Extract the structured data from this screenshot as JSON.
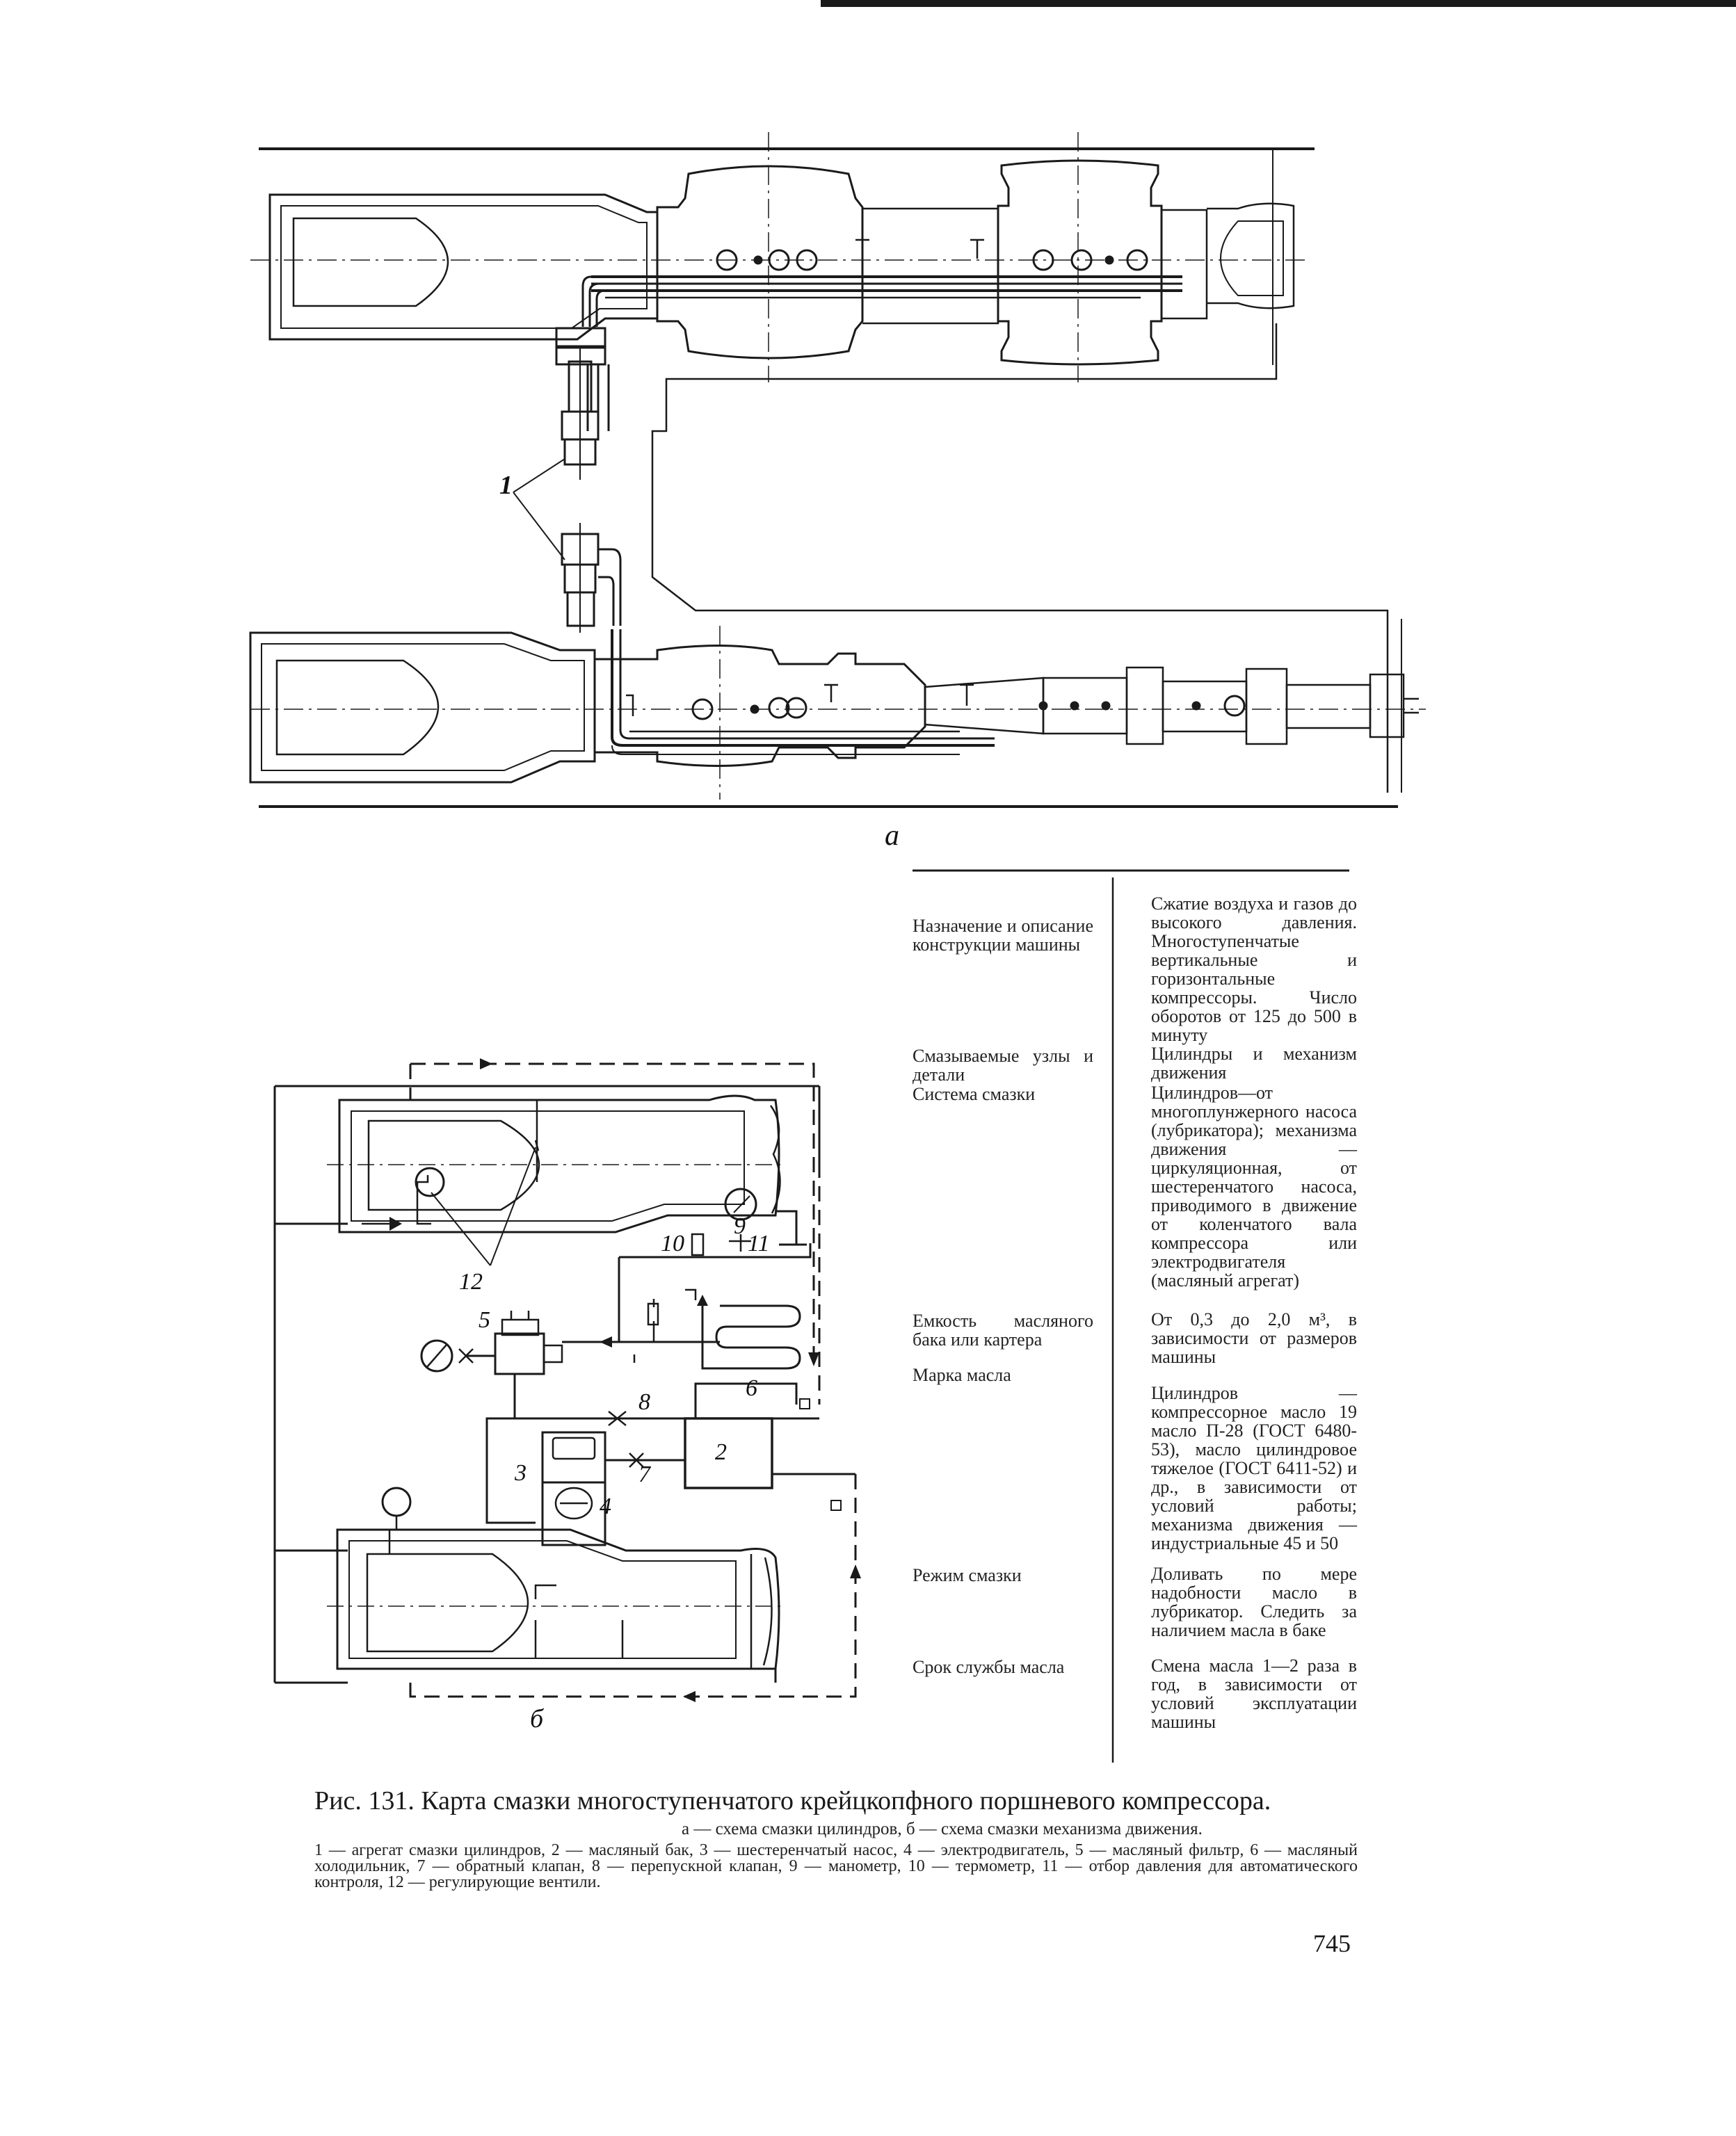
{
  "figure": {
    "label_a": "а",
    "label_b": "б",
    "callouts_a": [
      "1"
    ],
    "callouts_b": [
      "2",
      "3",
      "4",
      "5",
      "6",
      "7",
      "8",
      "9",
      "10",
      "11",
      "12"
    ]
  },
  "table": {
    "rows": [
      {
        "label": "Назначение и описание конструкции машины",
        "value": "Сжатие воздуха и газов до высокого давления. Многоступенчатые вертикальные и горизонтальные компрессоры. Число оборотов от 125 до 500 в минуту"
      },
      {
        "label": "Смазываемые узлы и детали",
        "value": "Цилиндры и механизм движения"
      },
      {
        "label": "Система смазки",
        "value": "Цилиндров—от многоплунжерного насоса (лубрикатора); механизма движения — циркуляционная, от шестеренчатого насоса, приводимого в движение от коленчатого вала компрессора или электродвигателя (масляный агрегат)"
      },
      {
        "label": "Емкость масляного бака или картера",
        "value": "От 0,3 до 2,0 м³, в зависимости от размеров машины"
      },
      {
        "label": "Марка масла",
        "value": "Цилиндров — компрессорное масло 19 масло П-28 (ГОСТ 6480-53), масло цилиндровое тяжелое (ГОСТ 6411-52) и др., в зависимости от условий работы; механизма движения — индустриальные 45 и 50"
      },
      {
        "label": "Режим смазки",
        "value": "Доливать по мере надобности масло в лубрикатор. Следить за наличием масла в баке"
      },
      {
        "label": "Срок службы масла",
        "value": "Смена масла 1—2 раза в год, в зависимости от условий эксплуатации машины"
      }
    ]
  },
  "caption": {
    "title": "Рис. 131. Карта смазки многоступенчатого крейцкопфного поршневого компрессора.",
    "subtitle": "а — схема смазки цилиндров, б — схема смазки механизма движения.",
    "legend": "1 — агрегат смазки цилиндров, 2 — масляный бак, 3 — шестеренчатый насос, 4 — электродвигатель, 5 — масляный фильтр, 6 — масляный холодильник, 7 — обратный клапан, 8 — перепускной клапан, 9 — манометр, 10 — термометр, 11 — отбор давления для автоматического контроля, 12 — регулирующие вентили."
  },
  "page_number": "745"
}
